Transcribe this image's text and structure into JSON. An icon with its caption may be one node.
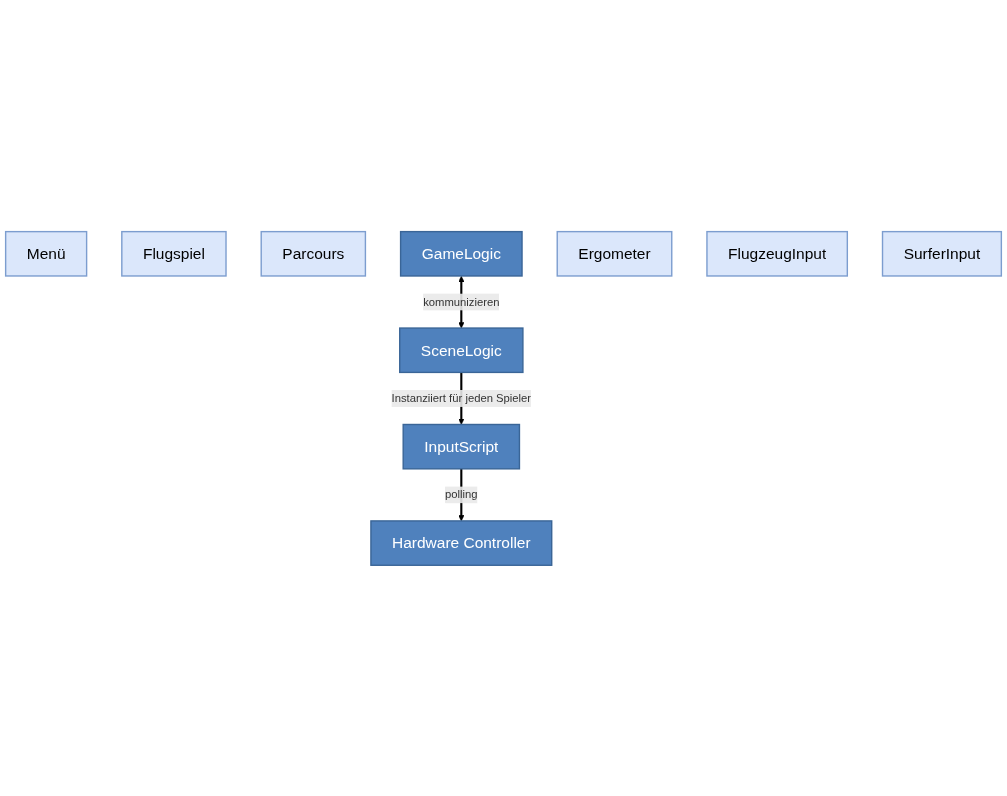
{
  "diagram": {
    "nodes": [
      {
        "text": [
          "Menü"
        ]
      },
      {
        "text": [
          "Flugspiel"
        ]
      },
      {
        "text": [
          "Parcours"
        ]
      },
      {
        "text": [
          "GameLogic"
        ]
      },
      {
        "text": [
          "SceneLogic"
        ]
      },
      {
        "text": [
          "Hardware Controller"
        ]
      },
      {
        "text": [
          "InputScript"
        ]
      },
      {
        "text": [
          "Ergometer"
        ]
      },
      {
        "text": [
          "FlugzeugInput"
        ]
      },
      {
        "text": [
          "SurferInput"
        ]
      }
    ],
    "edges": [
      {
        "from": 3,
        "to": 4,
        "arrow": "both",
        "label": "kommunizieren"
      },
      {
        "from": 4,
        "to": 6,
        "arrow": "to",
        "label": "Instanziiert für jeden Spieler"
      },
      {
        "from": 6,
        "to": 5,
        "arrow": "to",
        "label": "polling"
      }
    ]
  }
}
